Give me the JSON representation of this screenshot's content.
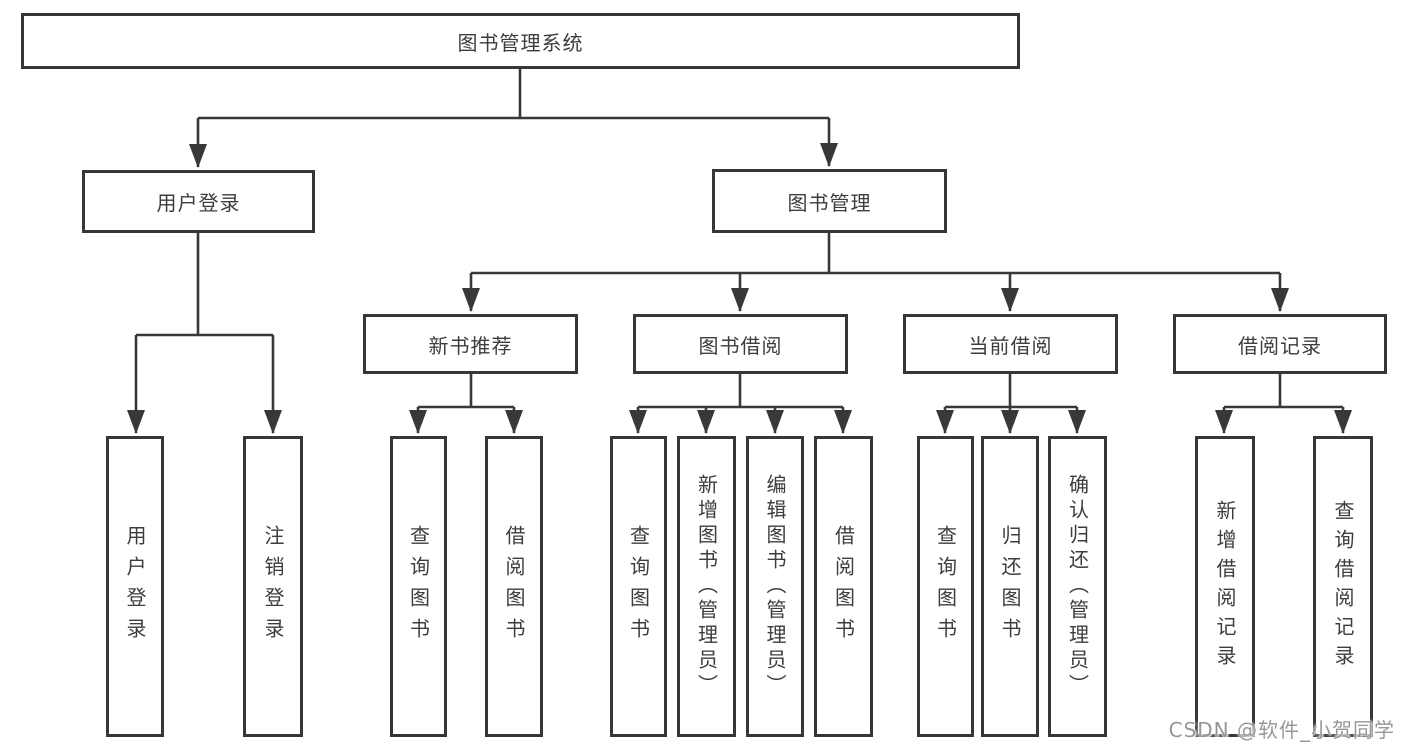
{
  "tree": {
    "label": "图书管理系统",
    "children": [
      {
        "label": "用户登录",
        "children": [
          {
            "label": "用户登录"
          },
          {
            "label": "注销登录"
          }
        ]
      },
      {
        "label": "图书管理",
        "children": [
          {
            "label": "新书推荐",
            "children": [
              {
                "label": "查询图书"
              },
              {
                "label": "借阅图书"
              }
            ]
          },
          {
            "label": "图书借阅",
            "children": [
              {
                "label": "查询图书"
              },
              {
                "label": "新增图书（管理员）"
              },
              {
                "label": "编辑图书（管理员）"
              },
              {
                "label": "借阅图书"
              }
            ]
          },
          {
            "label": "当前借阅",
            "children": [
              {
                "label": "查询图书"
              },
              {
                "label": "归还图书"
              },
              {
                "label": "确认归还（管理员）"
              }
            ]
          },
          {
            "label": "借阅记录",
            "children": [
              {
                "label": "新增借阅记录"
              },
              {
                "label": "查询借阅记录"
              }
            ]
          }
        ]
      }
    ]
  },
  "watermark": "CSDN @软件_小贺同学",
  "colors": {
    "line": "#383838",
    "box_border": "#373737",
    "text": "#3d3d3d",
    "watermark": "#979797",
    "background": "#ffffff"
  }
}
